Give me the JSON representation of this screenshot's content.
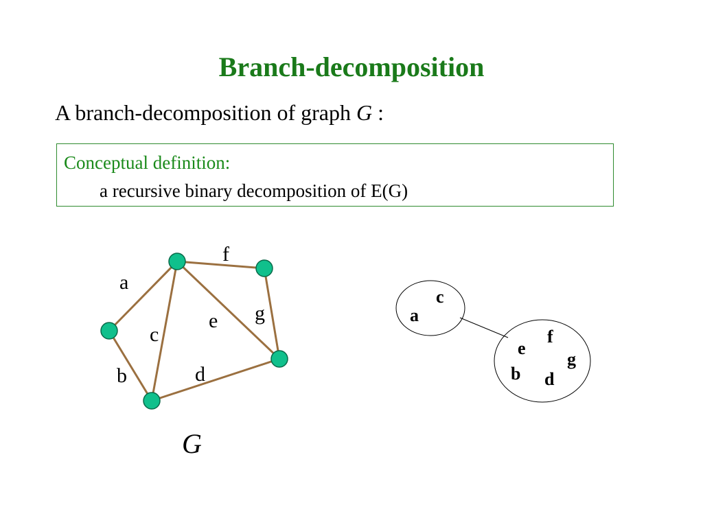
{
  "colors": {
    "title": "#1a7a1a",
    "box_border": "#2e8b2e",
    "definition_heading": "#1a8a1a",
    "edge": "#9b7040",
    "vertex_fill": "#10c08c",
    "vertex_stroke": "#0a6a4a"
  },
  "slide": {
    "title": "Branch-decomposition",
    "subtitle_prefix": "A branch-decomposition of graph ",
    "subtitle_var": "G",
    "subtitle_suffix": " :"
  },
  "definition": {
    "heading": "Conceptual definition:",
    "text": "a recursive binary decomposition of E(G)"
  },
  "graph": {
    "name": "G",
    "vertices": [
      "v1",
      "v2",
      "v3",
      "v4",
      "v5"
    ],
    "edges": [
      {
        "label": "a",
        "from": "v1",
        "to": "v3"
      },
      {
        "label": "b",
        "from": "v3",
        "to": "v5"
      },
      {
        "label": "c",
        "from": "v1",
        "to": "v5"
      },
      {
        "label": "d",
        "from": "v5",
        "to": "v4"
      },
      {
        "label": "e",
        "from": "v1",
        "to": "v4"
      },
      {
        "label": "f",
        "from": "v1",
        "to": "v2"
      },
      {
        "label": "g",
        "from": "v2",
        "to": "v4"
      }
    ]
  },
  "decomposition": {
    "left_set": [
      "a",
      "c"
    ],
    "right_set": [
      "e",
      "f",
      "g",
      "b",
      "d"
    ]
  }
}
